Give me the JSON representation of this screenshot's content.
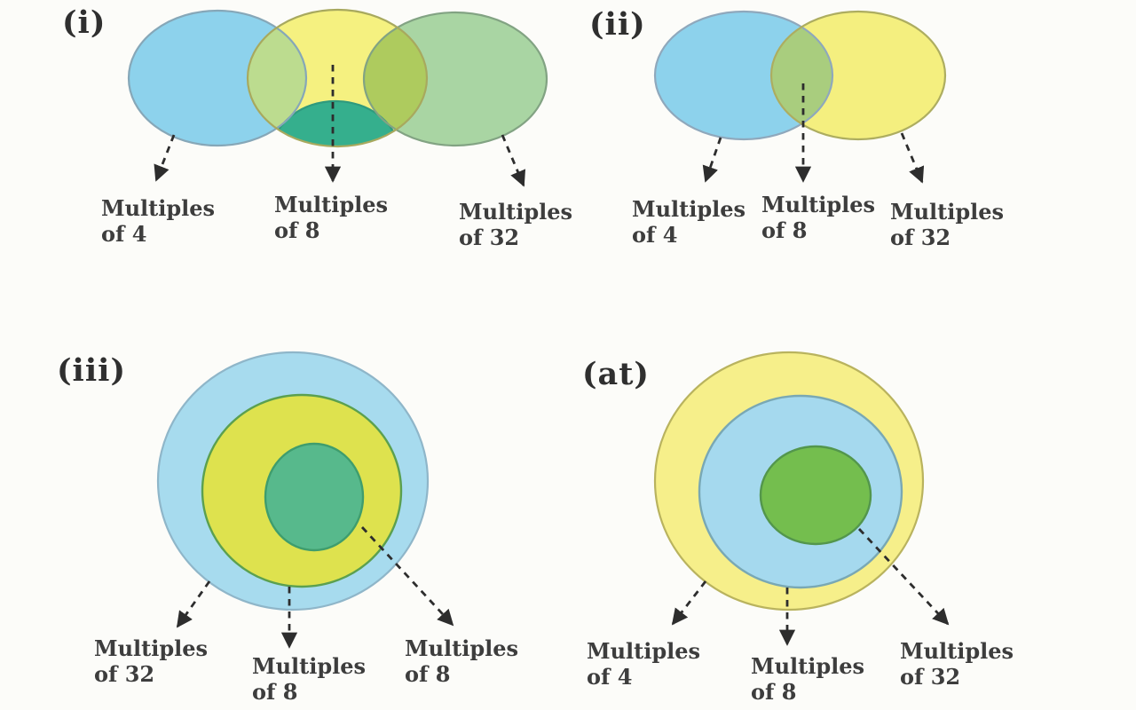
{
  "page": {
    "background": "#fcfcf9",
    "text_color": "#3d3d3d",
    "arrow_color": "#2d2d2d"
  },
  "figures": [
    {
      "tag": "(i)",
      "type": "three-overlapping-ellipses",
      "regions": [
        {
          "name": "left-ellipse",
          "color": "#8dd2ec",
          "label": "Multiples of 4"
        },
        {
          "name": "middle-ellipse",
          "color": "#f5f180",
          "label": "Multiples of 8"
        },
        {
          "name": "right-ellipse",
          "color": "#a9d5a3",
          "label": "Multiples of 32"
        },
        {
          "name": "overlap-left",
          "color": "#bcdc8f",
          "label": ""
        },
        {
          "name": "overlap-right",
          "color": "#aecb5e",
          "label": ""
        },
        {
          "name": "overlap-bottom",
          "color": "#35af8d",
          "label": ""
        }
      ],
      "labels": [
        {
          "line1": "Multiples",
          "line2": "of 4"
        },
        {
          "line1": "Multiples",
          "line2": "of 8"
        },
        {
          "line1": "Multiples",
          "line2": "of 32"
        }
      ]
    },
    {
      "tag": "(ii)",
      "type": "two-overlapping-ellipses",
      "regions": [
        {
          "name": "left-ellipse",
          "color": "#8dd2ec",
          "label": "Multiples of 4"
        },
        {
          "name": "right-ellipse",
          "color": "#f4ef7f",
          "label": "Multiples of 32"
        },
        {
          "name": "overlap",
          "color": "#a9cd7e",
          "label": "Multiples of 8"
        }
      ],
      "labels": [
        {
          "line1": "Multiples",
          "line2": "of 4"
        },
        {
          "line1": "Multiples",
          "line2": "of 8"
        },
        {
          "line1": "Multiples",
          "line2": "of 32"
        }
      ]
    },
    {
      "tag": "(iii)",
      "type": "concentric-circles",
      "regions": [
        {
          "name": "outer-circle",
          "color": "#a7dbee",
          "label": "Multiples of 32"
        },
        {
          "name": "middle-circle",
          "color": "#dee24e",
          "label": "Multiples of 8"
        },
        {
          "name": "inner-circle",
          "color": "#57b98c",
          "label": "Multiples of 8"
        }
      ],
      "labels": [
        {
          "line1": "Multiples",
          "line2": "of 32"
        },
        {
          "line1": "Multiples",
          "line2": "of 8"
        },
        {
          "line1": "Multiples",
          "line2": "of 8"
        }
      ]
    },
    {
      "tag": "(at)",
      "type": "concentric-circles",
      "regions": [
        {
          "name": "outer-circle",
          "color": "#f6ef8a",
          "label": "Multiples of 4"
        },
        {
          "name": "middle-circle",
          "color": "#a5d9ee",
          "label": "Multiples of 8"
        },
        {
          "name": "inner-circle",
          "color": "#74be4e",
          "label": "Multiples of 32"
        }
      ],
      "labels": [
        {
          "line1": "Multiples",
          "line2": "of 4"
        },
        {
          "line1": "Multiples",
          "line2": "of 8"
        },
        {
          "line1": "Multiples",
          "line2": "of 32"
        }
      ]
    }
  ]
}
